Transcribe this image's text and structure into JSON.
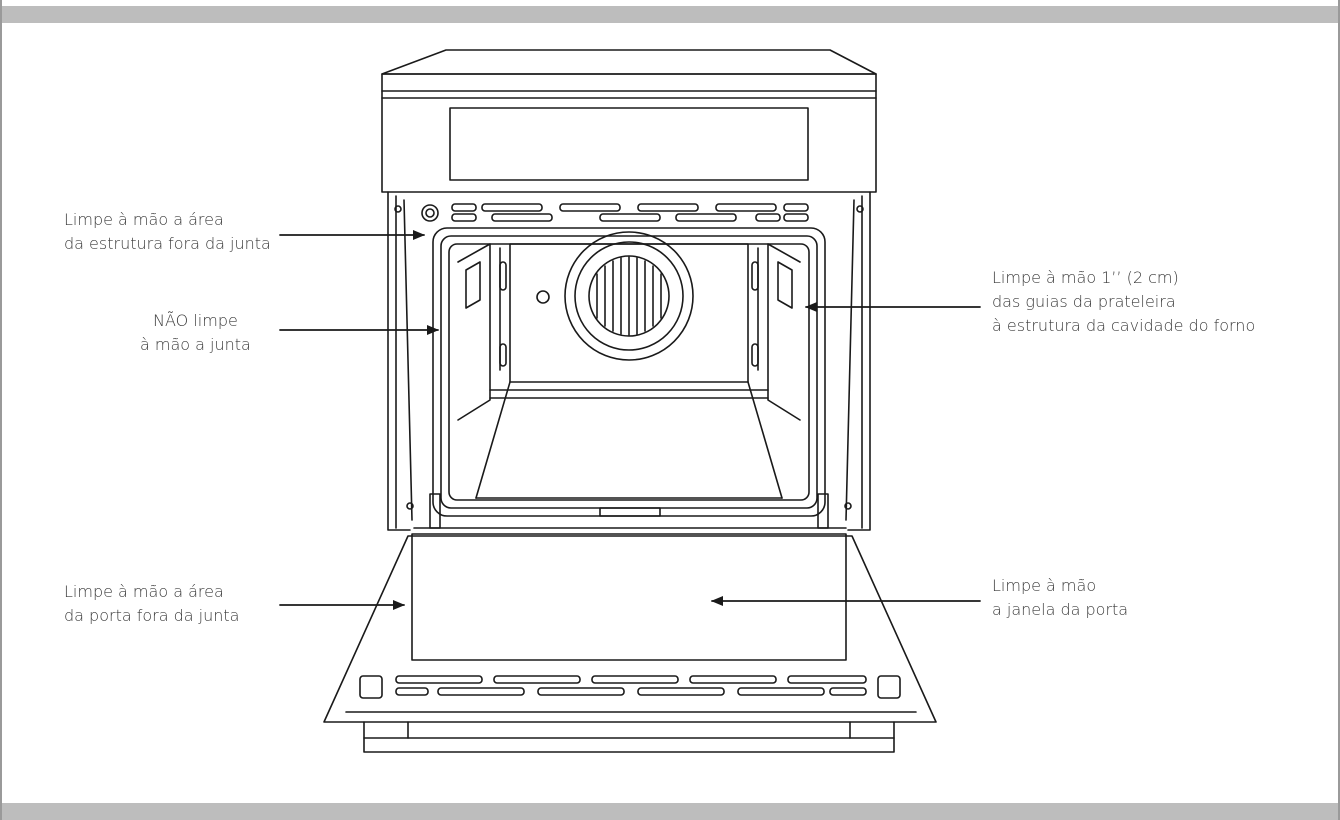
{
  "annotations": {
    "frame_outside_gasket": {
      "lines": [
        "Limpe à mão a área",
        "da estrutura fora da junta"
      ]
    },
    "gasket": {
      "lines": [
        "NÃO limpe",
        "à mão a junta"
      ]
    },
    "rack_guides": {
      "lines": [
        "Limpe à mão 1’’ (2 cm)",
        "das guias da prateleira",
        "à estrutura da cavidade do forno"
      ]
    },
    "door_outside_gasket": {
      "lines": [
        "Limpe à mão a área",
        "da porta fora da junta"
      ]
    },
    "door_window": {
      "lines": [
        "Limpe à mão",
        "a janela da porta"
      ]
    }
  },
  "colors": {
    "line": "#1a1a1a",
    "label": "#3b3b3b",
    "bars": "#bdbdbd"
  },
  "icons": [
    "arrow-icon",
    "oven-fan-icon"
  ]
}
